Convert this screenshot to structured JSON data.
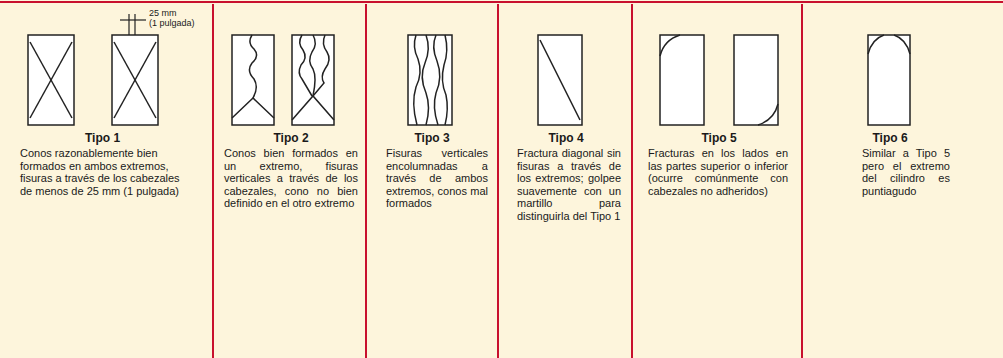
{
  "diagram": {
    "labels": [
      "25 mm",
      "(1 pulgada)",
      "Tipo 1",
      "Conos razonablemente bien formados en ambos extremos, fisuras a través de los cabezales de menos de 25 mm (1 pulgada)",
      "Tipo 2",
      "Conos bien formados en un extremo, fisuras verticales a través de los cabezales, cono no bien definido en el otro extremo",
      "Tipo 3",
      "Fisuras verticales encolumnadas a través de ambos extremos, conos mal formados",
      "Tipo 4",
      "Fractura diagonal sin fisuras a través de los extremos; golpee suavemente con un martillo para distinguirla del Tipo 1",
      "Tipo 5",
      "Fracturas en los lados en las partes superior o inferior (ocurre comúnmente con cabezales no adheridos)",
      "Tipo 6",
      "Similar a Tipo 5 pero el extremo del cilindro es puntiagudo"
    ]
  }
}
